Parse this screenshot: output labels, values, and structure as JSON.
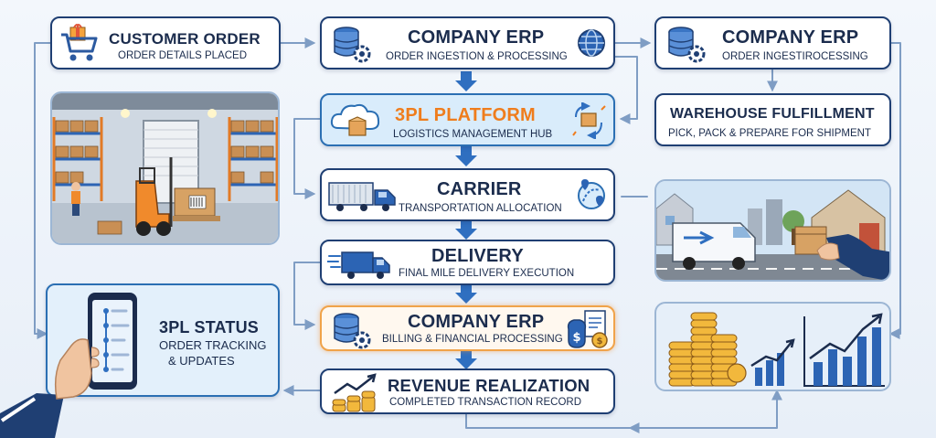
{
  "nodes": {
    "customer_order": {
      "title": "CUSTOMER ORDER",
      "subtitle": "ORDER DETAILS PLACED"
    },
    "company_erp_ingestion": {
      "title": "COMPANY ERP",
      "subtitle": "ORDER INGESTION & PROCESSING"
    },
    "company_erp_right": {
      "title": "COMPANY ERP",
      "subtitle": "ORDER INGESTIROCESSING"
    },
    "platform_3pl": {
      "title": "3PL PLATFORM",
      "subtitle": "LOGISTICS MANAGEMENT HUB"
    },
    "warehouse": {
      "title": "WAREHOUSE FULFILLMENT",
      "subtitle": "PICK, PACK & PREPARE FOR SHIPMENT"
    },
    "carrier": {
      "title": "CARRIER",
      "subtitle": "TRANSPORTATION ALLOCATION"
    },
    "delivery": {
      "title": "DELIVERY",
      "subtitle": "FINAL MILE DELIVERY EXECUTION"
    },
    "status_3pl": {
      "title": "3PL STATUS",
      "subtitle_line1": "ORDER TRACKING",
      "subtitle_line2": "& UPDATES"
    },
    "company_erp_billing": {
      "title": "COMPANY ERP",
      "subtitle": "BILLING & FINANCIAL PROCESSING"
    },
    "revenue": {
      "title": "REVENUE REALIZATION",
      "subtitle": "COMPLETED TRANSACTION RECORD"
    }
  },
  "colors": {
    "navy": "#1f3f73",
    "accent_blue": "#2f6fc0",
    "orange": "#ef7d1d",
    "connector": "#7f9dc4"
  }
}
